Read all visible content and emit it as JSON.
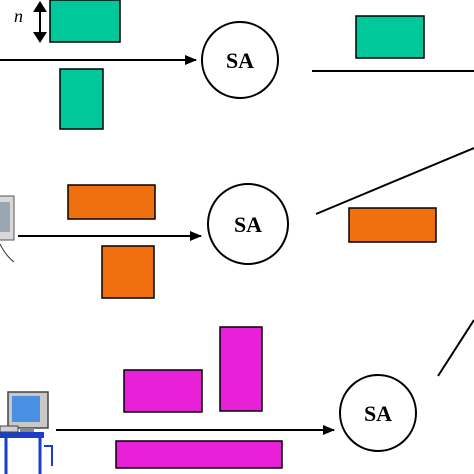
{
  "diagram": {
    "n_label": "n",
    "nodes": [
      {
        "id": "sa-top",
        "label": "SA"
      },
      {
        "id": "sa-middle",
        "label": "SA"
      },
      {
        "id": "sa-bottom",
        "label": "SA"
      }
    ],
    "colors": {
      "teal": "#00c89a",
      "orange": "#f07010",
      "magenta": "#e820d8",
      "stroke": "#000000",
      "monitor-screen": "#4a90e2",
      "desk-blue": "#1a3ec8"
    },
    "icons": [
      "computer-icon",
      "computer-icon",
      "computer-with-desk-icon",
      "double-arrow-icon"
    ]
  }
}
